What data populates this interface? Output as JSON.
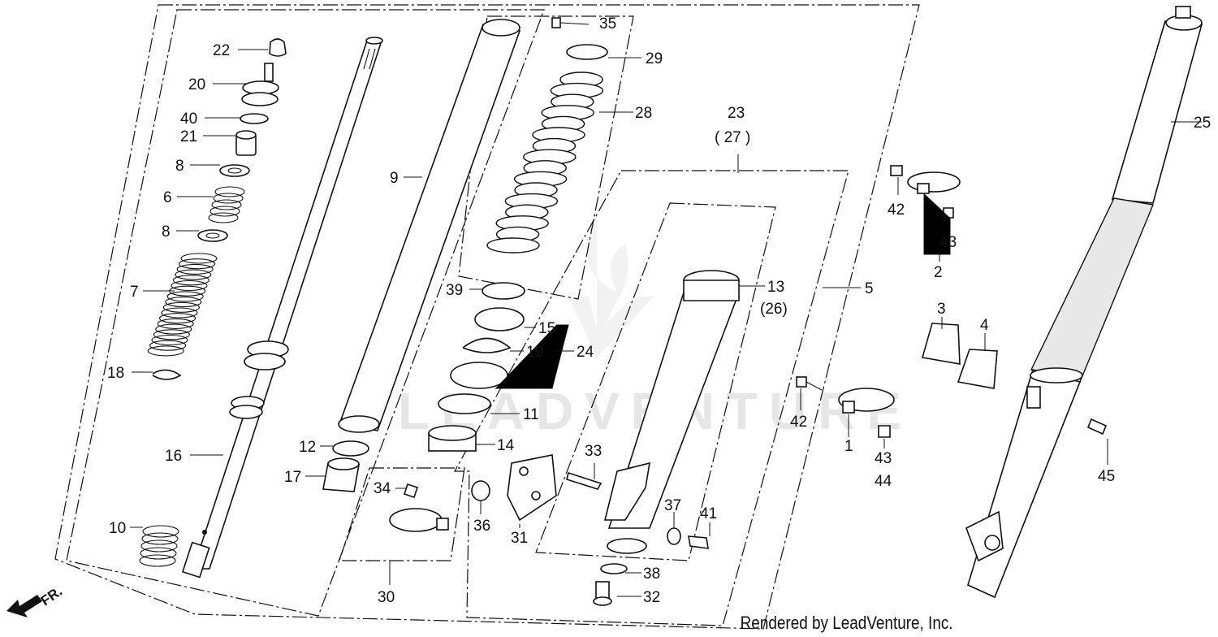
{
  "watermark": "LEADVENTURE",
  "credit": "Rendered by LeadVenture, Inc.",
  "direction_label": "FR.",
  "callouts": {
    "p1": "1",
    "p2": "2",
    "p3": "3",
    "p4": "4",
    "p5": "5",
    "p6": "6",
    "p7": "7",
    "p8a": "8",
    "p8b": "8",
    "p9": "9",
    "p10": "10",
    "p11": "11",
    "p12": "12",
    "p13": "13",
    "p13alt": "(26)",
    "p14": "14",
    "p15": "15",
    "p16": "16",
    "p17": "17",
    "p18": "18",
    "p19": "19",
    "p20": "20",
    "p21": "21",
    "p22": "22",
    "p23": "23",
    "p23alt": "( 27 )",
    "p24": "24",
    "p25": "25",
    "p28": "28",
    "p29": "29",
    "p30": "30",
    "p31": "31",
    "p32": "32",
    "p33": "33",
    "p34": "34",
    "p35": "35",
    "p36": "36",
    "p37": "37",
    "p38": "38",
    "p39": "39",
    "p40": "40",
    "p41": "41",
    "p42a": "42",
    "p42b": "42",
    "p43a": "43",
    "p43b": "43",
    "p44": "44",
    "p45": "45"
  }
}
